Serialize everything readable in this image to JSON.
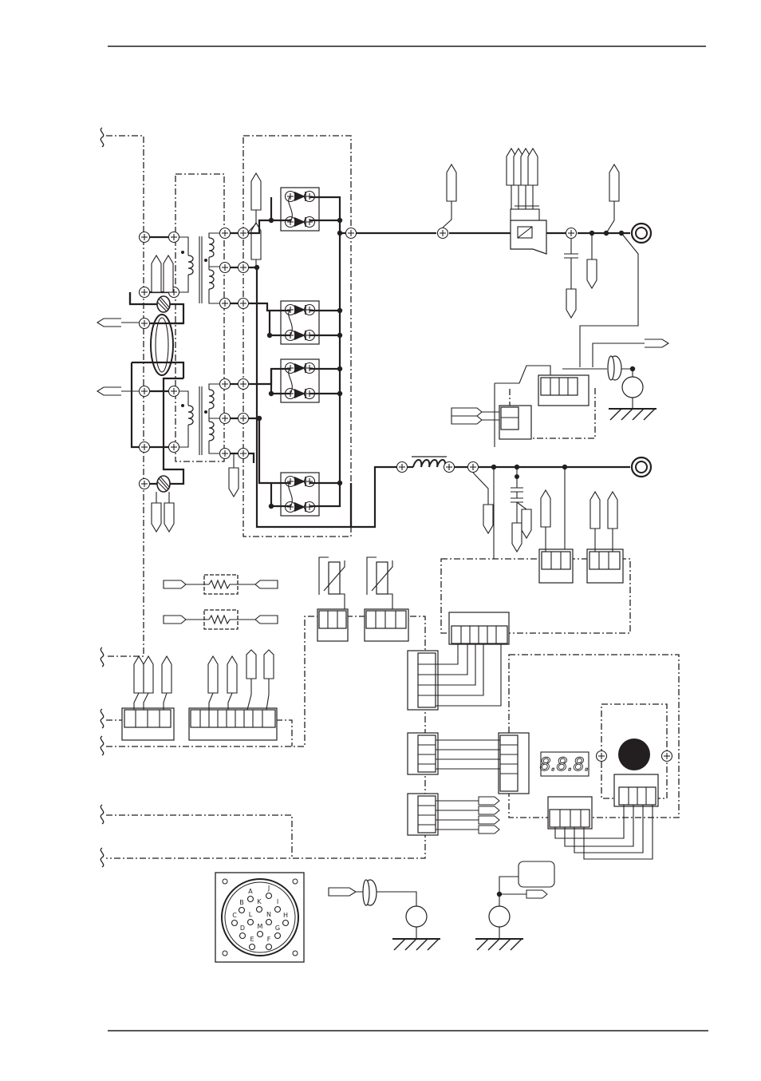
{
  "connector": {
    "pin_labels": [
      "A",
      "J",
      "B",
      "K",
      "I",
      "C",
      "L",
      "N",
      "H",
      "D",
      "M",
      "G",
      "E",
      "F"
    ]
  },
  "display": {
    "text": "8.8.8."
  },
  "colors": {
    "line": "#231f20",
    "background": "#ffffff"
  }
}
